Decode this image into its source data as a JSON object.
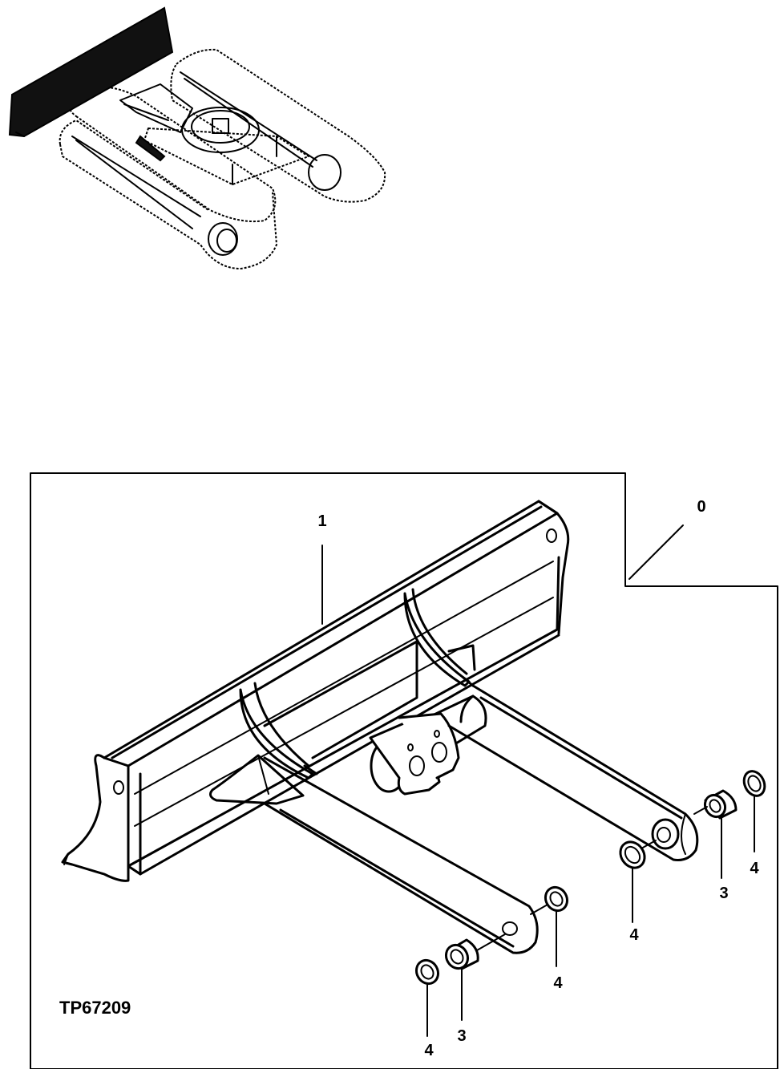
{
  "figure_id": "TP67209",
  "callouts": {
    "assembly": "0",
    "blade": "1",
    "bushing_a": "3",
    "bushing_b": "3",
    "seal_a": "4",
    "seal_b": "4",
    "seal_c": "4",
    "seal_d": "4"
  }
}
